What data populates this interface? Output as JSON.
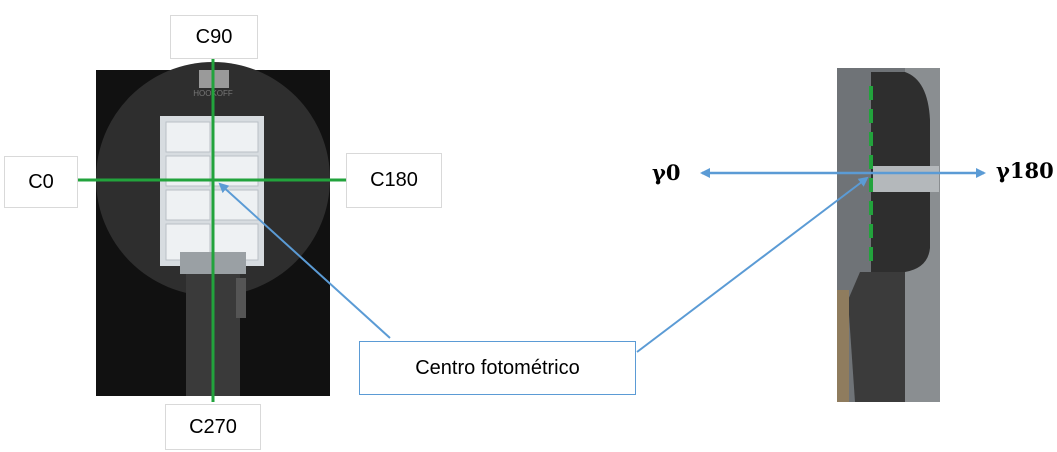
{
  "front_view": {
    "labels": {
      "c0": "C0",
      "c90": "C90",
      "c180": "C180",
      "c270": "C270"
    },
    "brand_text": "HOOKOFF"
  },
  "callout": {
    "text": "Centro fotométrico"
  },
  "side_view": {
    "gamma0": "γ0",
    "gamma180": "γ180"
  },
  "colors": {
    "axis_green": "#22a33c",
    "arrow_blue": "#5b9bd5",
    "housing": "#2e2e2e"
  }
}
